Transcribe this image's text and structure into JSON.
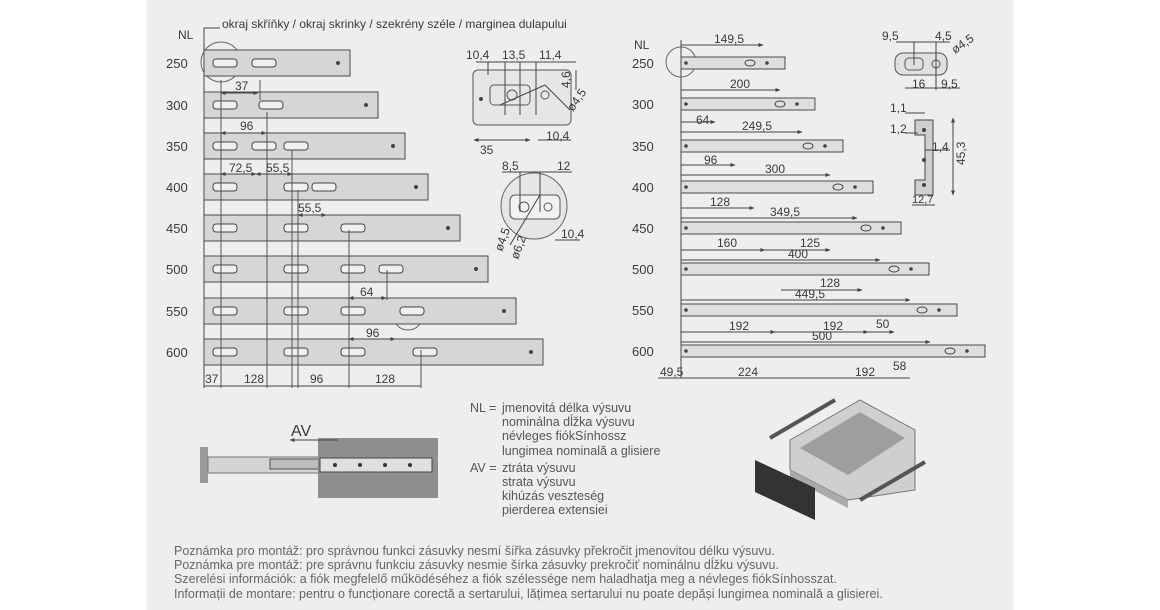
{
  "top_label": "okraj skříňky / okraj skrinky / szekrény széle / marginea dulapului",
  "nl_label": "NL",
  "av_label": "AV",
  "left_rows": [
    "250",
    "300",
    "350",
    "400",
    "450",
    "500",
    "550",
    "600"
  ],
  "left_dims": {
    "d37_top": "37",
    "d96": "96",
    "d72_5": "72,5",
    "d55_5a": "55,5",
    "d55_5b": "55,5",
    "d64": "64",
    "d96b": "96",
    "bottom": [
      "37",
      "128",
      "96",
      "128"
    ]
  },
  "detail_a": {
    "d10_4": "10,4",
    "d13_5": "13,5",
    "d11_4": "11,4",
    "d4_6": "4,6",
    "d35": "35",
    "d10_4b": "10,4",
    "d4_5": "ø4,5"
  },
  "detail_b": {
    "d8_5": "8,5",
    "d12": "12",
    "d4_5": "ø4,5",
    "d6_2": "ø6,2",
    "d10_4": "10,4"
  },
  "right_rows": [
    "250",
    "300",
    "350",
    "400",
    "450",
    "500",
    "550",
    "600"
  ],
  "right_dims": {
    "r250": "149,5",
    "r300a": "200",
    "r300b": "64",
    "r350a": "249,5",
    "r350b": "96",
    "r400a": "300",
    "r400b": "128",
    "r450a": "349,5",
    "r450b": "160",
    "r450c": "125",
    "r500a": "400",
    "r500b": "128",
    "r550a": "449,5",
    "r550b": "192",
    "r550c": "192",
    "r550d": "50",
    "r600a": "500",
    "r600b": "49,5",
    "r600c": "224",
    "r600d": "192",
    "r600e": "58"
  },
  "detail_c": {
    "d9_5": "9,5",
    "d4_5": "4,5",
    "d4_5b": "ø4,5",
    "d16": "16",
    "d9_5b": "9,5"
  },
  "detail_d": {
    "d1_1": "1,1",
    "d1_2": "1,2",
    "d1_4": "1,4",
    "d45_3": "45,3",
    "d12_7": "12,7"
  },
  "legend": [
    {
      "key": "NL =",
      "lines": [
        "jmenovitá délka výsuvu",
        "nominálna dĺžka výsuvu",
        "névleges fiókSínhossz",
        "lungimea nominală a glisiere"
      ]
    },
    {
      "key": "AV =",
      "lines": [
        "ztráta výsuvu",
        "strata výsuvu",
        "kihúzás veszteség",
        "pierderea extensiei"
      ]
    }
  ],
  "notes": [
    "Poznámka pro montáž: pro správnou funkci zásuvky nesmí šířka zásuvky překročit jmenovitou délku výsuvu.",
    "Poznámka pre montáž: pre správnu funkciu zásuvky nesmie šírka zásuvky prekročiť nominálnu dĺžku výsuvu.",
    "Szerelési információk: a fiók megfelelő működéséhez a fiók szélessége nem haladhatja meg a névleges fiókSínhosszat.",
    "Informații de montare: pentru o funcționare corectă a sertarului, lățimea sertarului nu poate depăși lungimea nominală a glisierei."
  ]
}
